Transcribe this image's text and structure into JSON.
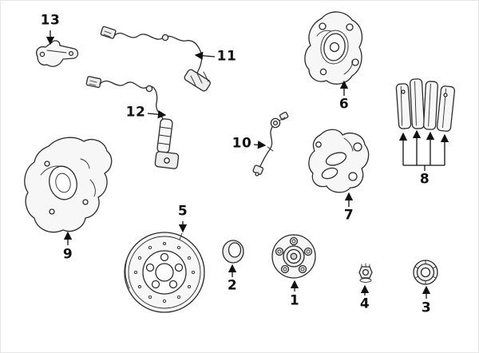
{
  "diagram": {
    "background": "#ffffff",
    "line_color": "#2b2b2b",
    "callouts": [
      {
        "label": "1",
        "part": "wheel-hub"
      },
      {
        "label": "2",
        "part": "bearing-seal"
      },
      {
        "label": "3",
        "part": "dust-cap"
      },
      {
        "label": "4",
        "part": "lock-nut"
      },
      {
        "label": "5",
        "part": "brake-rotor"
      },
      {
        "label": "6",
        "part": "caliper-housing"
      },
      {
        "label": "7",
        "part": "caliper-bracket"
      },
      {
        "label": "8",
        "part": "brake-pad-set"
      },
      {
        "label": "9",
        "part": "splash-shield"
      },
      {
        "label": "10",
        "part": "brake-hose"
      },
      {
        "label": "11",
        "part": "wear-sensor-cable-upper"
      },
      {
        "label": "12",
        "part": "wear-sensor-cable-lower"
      },
      {
        "label": "13",
        "part": "retaining-bracket"
      }
    ]
  }
}
